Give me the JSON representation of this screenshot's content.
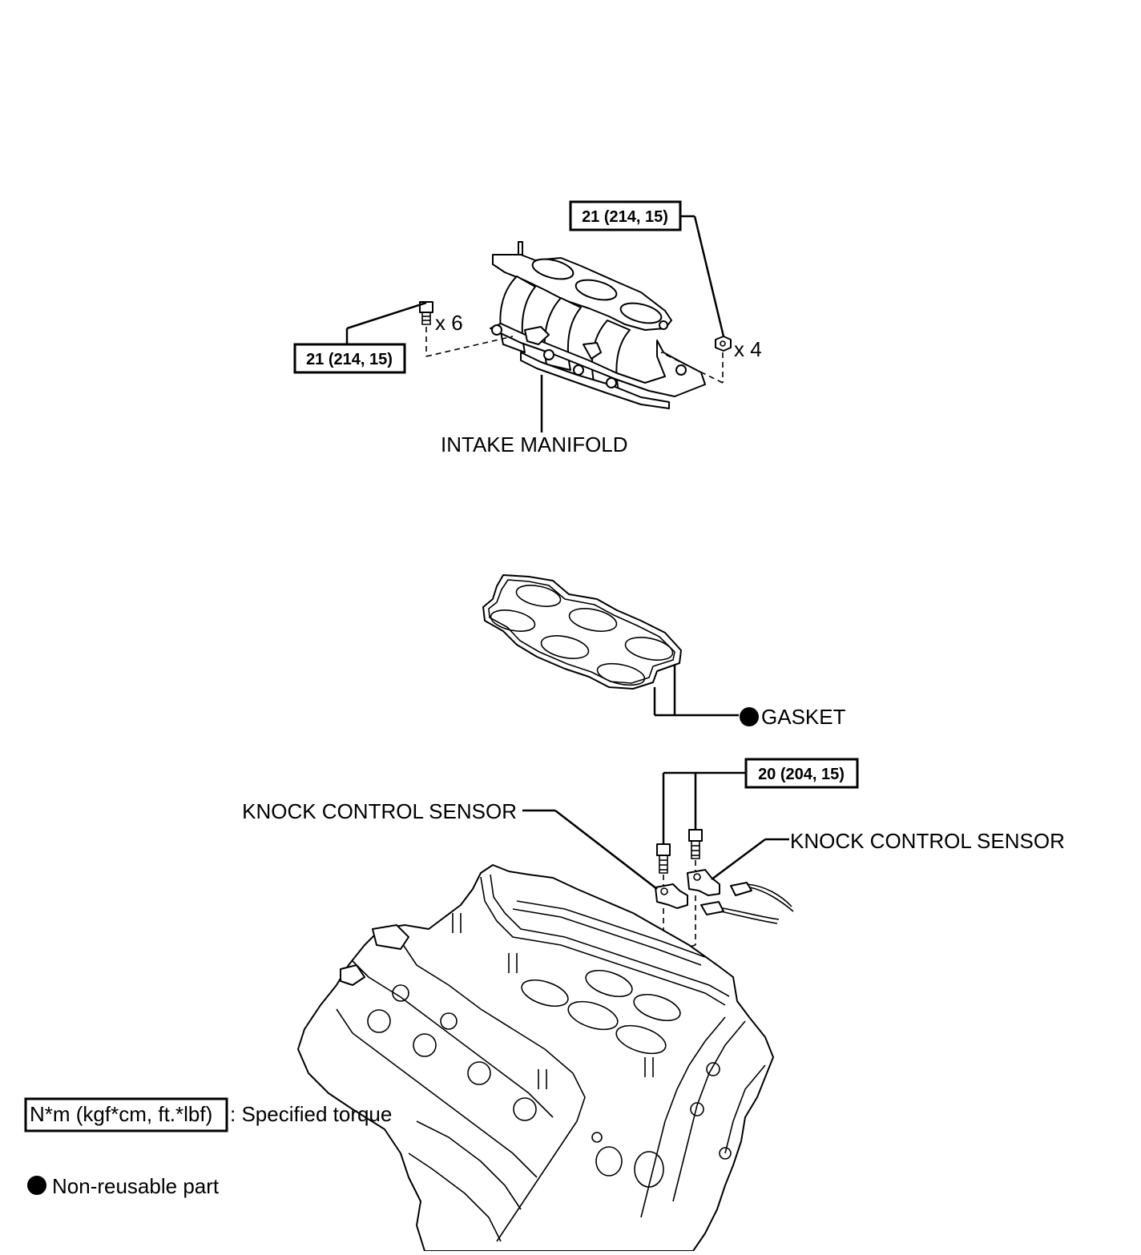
{
  "labels": {
    "intake_manifold": "INTAKE MANIFOLD",
    "gasket": "GASKET",
    "knock_sensor_left": "KNOCK CONTROL SENSOR",
    "knock_sensor_right": "KNOCK CONTROL SENSOR"
  },
  "torque_specs": {
    "manifold_nut": "21 (214, 15)",
    "manifold_bolt": "21 (214, 15)",
    "knock_sensor_bolt": "20 (204, 15)"
  },
  "quantities": {
    "bolts": "x 6",
    "nuts": "x 4"
  },
  "legend": {
    "torque_unit": "N*m (kgf*cm, ft.*lbf)",
    "torque_desc": ": Specified torque",
    "non_reusable": "Non-reusable part"
  }
}
